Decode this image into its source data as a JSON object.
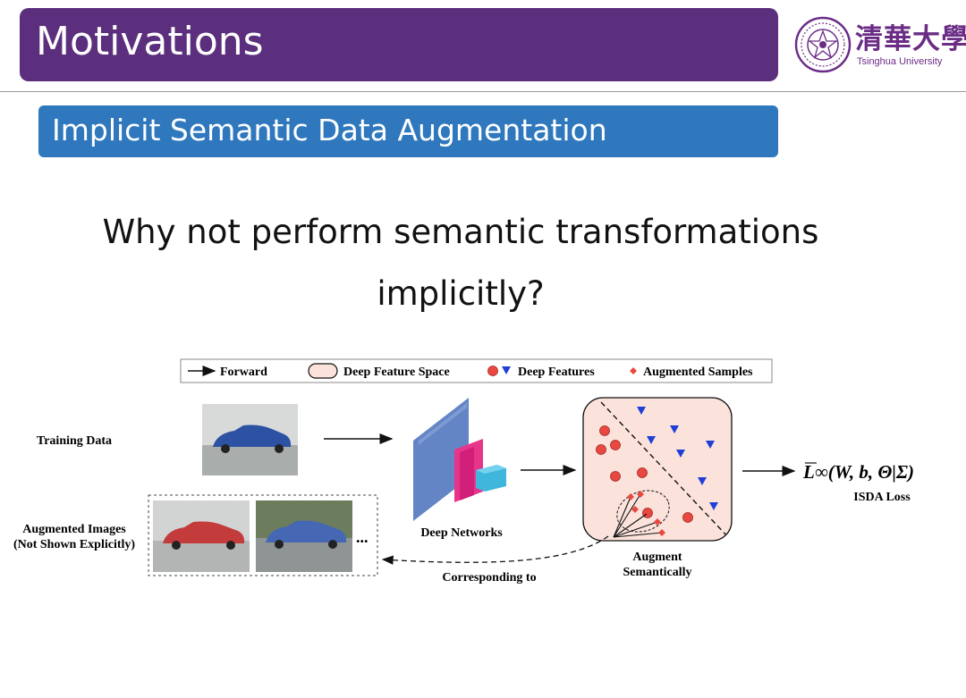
{
  "header": {
    "title": "Motivations",
    "logo_chinese": "清華大學",
    "logo_english": "Tsinghua University"
  },
  "subtitle": "Implicit Semantic Data Augmentation",
  "question": "Why not perform semantic transformations implicitly?",
  "diagram": {
    "legend": {
      "forward": "Forward",
      "feature_space": "Deep Feature Space",
      "deep_features": "Deep Features",
      "augmented_samples": "Augmented Samples"
    },
    "training_data_label": "Training Data",
    "augmented_images_label_line1": "Augmented Images",
    "augmented_images_label_line2": "(Not Shown Explicitly)",
    "ellipsis": "...",
    "deep_networks_label": "Deep Networks",
    "corresponding_label": "Corresponding to",
    "augment_label_line1": "Augment",
    "augment_label_line2": "Semantically",
    "loss_formula": "L∞(W, b, Θ|Σ)",
    "loss_label": "ISDA Loss"
  },
  "colors": {
    "title_bar": "#5b2f7d",
    "subtitle_bar": "#2f78bd",
    "feature_space_fill": "#fbe3dc",
    "red_feature": "#e8483f",
    "blue_feature": "#1f3fd6"
  }
}
